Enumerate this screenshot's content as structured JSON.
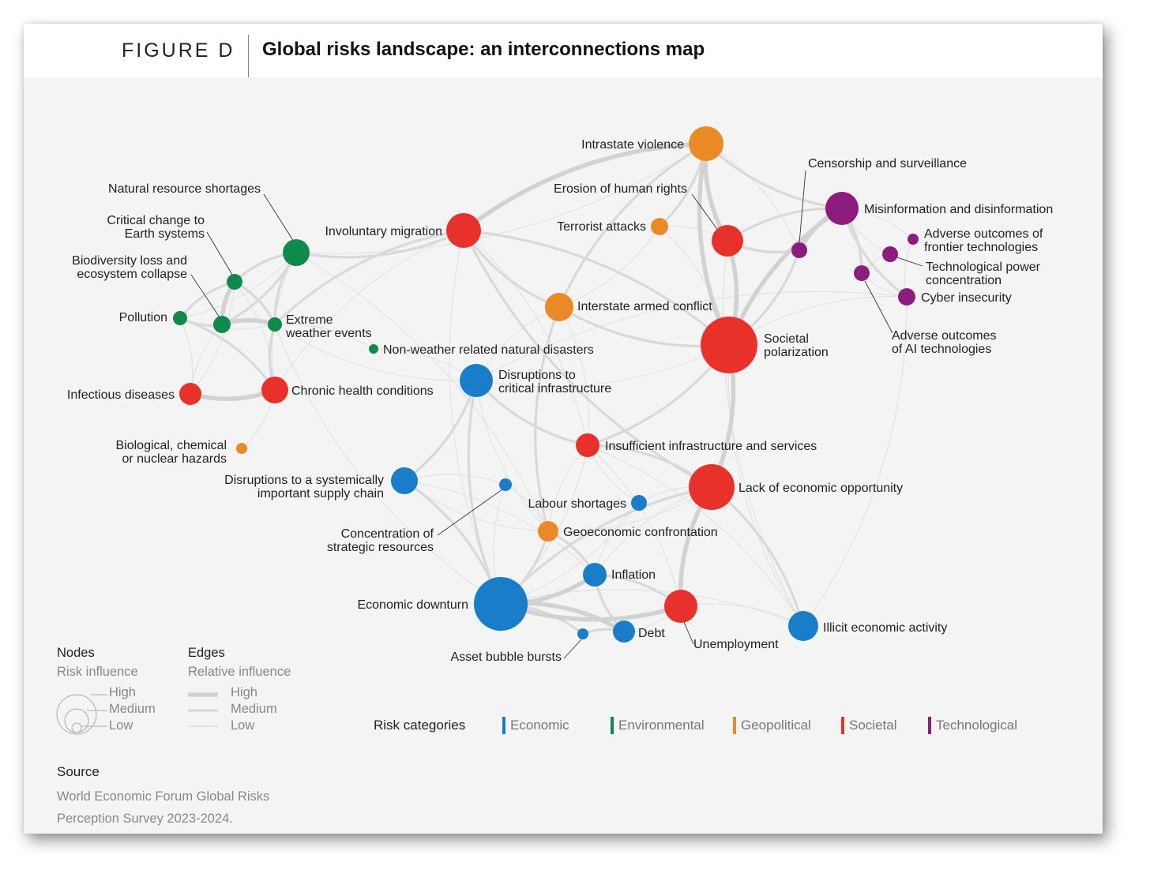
{
  "header": {
    "figure_label": "FIGURE D",
    "title": "Global risks landscape: an interconnections map"
  },
  "colors": {
    "Economic": "#1a7dc9",
    "Environmental": "#0e8a4a",
    "Geopolitical": "#ea8a26",
    "Societal": "#e8312a",
    "Technological": "#8c1d7c"
  },
  "nodes": [
    {
      "id": "intrastate",
      "label": [
        "Intrastate violence"
      ],
      "category": "Geopolitical",
      "size": "medium"
    },
    {
      "id": "censorship",
      "label": [
        "Censorship and surveillance"
      ],
      "category": "Technological",
      "size": "small"
    },
    {
      "id": "misinformation",
      "label": [
        "Misinformation and disinformation"
      ],
      "category": "Technological",
      "size": "medium"
    },
    {
      "id": "erosion",
      "label": [
        "Erosion of human rights"
      ],
      "category": "Societal",
      "size": "medium"
    },
    {
      "id": "terrorist",
      "label": [
        "Terrorist attacks"
      ],
      "category": "Geopolitical",
      "size": "small"
    },
    {
      "id": "frontier",
      "label": [
        "Adverse outcomes of",
        "frontier technologies"
      ],
      "category": "Technological",
      "size": "tiny"
    },
    {
      "id": "techpower",
      "label": [
        "Technological power",
        "concentration"
      ],
      "category": "Technological",
      "size": "small"
    },
    {
      "id": "ai",
      "label": [
        "Adverse outcomes",
        "of AI technologies"
      ],
      "category": "Technological",
      "size": "small"
    },
    {
      "id": "cyber",
      "label": [
        "Cyber insecurity"
      ],
      "category": "Technological",
      "size": "small"
    },
    {
      "id": "polarization",
      "label": [
        "Societal",
        "polarization"
      ],
      "category": "Societal",
      "size": "high"
    },
    {
      "id": "natres",
      "label": [
        "Natural resource shortages"
      ],
      "category": "Environmental",
      "size": "medium"
    },
    {
      "id": "critical",
      "label": [
        "Critical change to",
        "Earth systems"
      ],
      "category": "Environmental",
      "size": "small"
    },
    {
      "id": "biodiversity",
      "label": [
        "Biodiversity loss and",
        "ecosystem collapse"
      ],
      "category": "Environmental",
      "size": "small"
    },
    {
      "id": "pollution",
      "label": [
        "Pollution"
      ],
      "category": "Environmental",
      "size": "small"
    },
    {
      "id": "extreme",
      "label": [
        "Extreme",
        "weather events"
      ],
      "category": "Environmental",
      "size": "small"
    },
    {
      "id": "nonweather",
      "label": [
        "Non-weather related natural disasters"
      ],
      "category": "Environmental",
      "size": "tiny"
    },
    {
      "id": "migration",
      "label": [
        "Involuntary migration"
      ],
      "category": "Societal",
      "size": "medium"
    },
    {
      "id": "interstate",
      "label": [
        "Interstate armed conflict"
      ],
      "category": "Geopolitical",
      "size": "medium"
    },
    {
      "id": "infectious",
      "label": [
        "Infectious diseases"
      ],
      "category": "Societal",
      "size": "small"
    },
    {
      "id": "chronic",
      "label": [
        "Chronic health conditions"
      ],
      "category": "Societal",
      "size": "medium"
    },
    {
      "id": "disinfra",
      "label": [
        "Disruptions to",
        "critical infrastructure"
      ],
      "category": "Economic",
      "size": "medium"
    },
    {
      "id": "biohazard",
      "label": [
        "Biological, chemical",
        "or nuclear hazards"
      ],
      "category": "Geopolitical",
      "size": "tiny"
    },
    {
      "id": "insufficient",
      "label": [
        "Insufficient infrastructure and services"
      ],
      "category": "Societal",
      "size": "small"
    },
    {
      "id": "supplychain",
      "label": [
        "Disruptions to a systemically",
        "important supply chain"
      ],
      "category": "Economic",
      "size": "medium"
    },
    {
      "id": "lackecon",
      "label": [
        "Lack of economic opportunity"
      ],
      "category": "Societal",
      "size": "high"
    },
    {
      "id": "concentration",
      "label": [
        "Concentration of",
        "strategic resources"
      ],
      "category": "Economic",
      "size": "tiny"
    },
    {
      "id": "labour",
      "label": [
        "Labour shortages"
      ],
      "category": "Economic",
      "size": "small"
    },
    {
      "id": "geoecon",
      "label": [
        "Geoeconomic confrontation"
      ],
      "category": "Geopolitical",
      "size": "small"
    },
    {
      "id": "inflation",
      "label": [
        "Inflation"
      ],
      "category": "Economic",
      "size": "small"
    },
    {
      "id": "downturn",
      "label": [
        "Economic downturn"
      ],
      "category": "Economic",
      "size": "high"
    },
    {
      "id": "unemployment",
      "label": [
        "Unemployment"
      ],
      "category": "Societal",
      "size": "medium"
    },
    {
      "id": "illicit",
      "label": [
        "Illicit economic activity"
      ],
      "category": "Economic",
      "size": "medium"
    },
    {
      "id": "debt",
      "label": [
        "Debt"
      ],
      "category": "Economic",
      "size": "small"
    },
    {
      "id": "bubble",
      "label": [
        "Asset bubble bursts"
      ],
      "category": "Economic",
      "size": "tiny"
    }
  ],
  "edges": [
    [
      "downturn",
      "inflation",
      "high"
    ],
    [
      "downturn",
      "debt",
      "high"
    ],
    [
      "downturn",
      "unemployment",
      "high"
    ],
    [
      "downturn",
      "bubble",
      "medium"
    ],
    [
      "downturn",
      "supplychain",
      "medium"
    ],
    [
      "downturn",
      "lackecon",
      "medium"
    ],
    [
      "downturn",
      "geoecon",
      "medium"
    ],
    [
      "downturn",
      "disinfra",
      "medium"
    ],
    [
      "downturn",
      "illicit",
      "low"
    ],
    [
      "downturn",
      "labour",
      "low"
    ],
    [
      "downturn",
      "concentration",
      "low"
    ],
    [
      "downturn",
      "insufficient",
      "low"
    ],
    [
      "inflation",
      "debt",
      "medium"
    ],
    [
      "inflation",
      "unemployment",
      "medium"
    ],
    [
      "inflation",
      "lackecon",
      "low"
    ],
    [
      "debt",
      "bubble",
      "medium"
    ],
    [
      "debt",
      "unemployment",
      "low"
    ],
    [
      "unemployment",
      "lackecon",
      "high"
    ],
    [
      "unemployment",
      "illicit",
      "low"
    ],
    [
      "lackecon",
      "polarization",
      "high"
    ],
    [
      "lackecon",
      "migration",
      "medium"
    ],
    [
      "lackecon",
      "insufficient",
      "medium"
    ],
    [
      "lackecon",
      "illicit",
      "medium"
    ],
    [
      "lackecon",
      "labour",
      "low"
    ],
    [
      "lackecon",
      "geoecon",
      "low"
    ],
    [
      "polarization",
      "misinformation",
      "high"
    ],
    [
      "polarization",
      "erosion",
      "high"
    ],
    [
      "polarization",
      "intrastate",
      "high"
    ],
    [
      "polarization",
      "censorship",
      "medium"
    ],
    [
      "polarization",
      "interstate",
      "medium"
    ],
    [
      "polarization",
      "migration",
      "medium"
    ],
    [
      "polarization",
      "terrorist",
      "low"
    ],
    [
      "polarization",
      "insufficient",
      "medium"
    ],
    [
      "polarization",
      "disinfra",
      "low"
    ],
    [
      "polarization",
      "illicit",
      "low"
    ],
    [
      "polarization",
      "cyber",
      "low"
    ],
    [
      "misinformation",
      "censorship",
      "high"
    ],
    [
      "misinformation",
      "erosion",
      "medium"
    ],
    [
      "misinformation",
      "ai",
      "medium"
    ],
    [
      "misinformation",
      "cyber",
      "medium"
    ],
    [
      "misinformation",
      "techpower",
      "low"
    ],
    [
      "misinformation",
      "frontier",
      "low"
    ],
    [
      "misinformation",
      "intrastate",
      "medium"
    ],
    [
      "ai",
      "cyber",
      "low"
    ],
    [
      "ai",
      "techpower",
      "low"
    ],
    [
      "techpower",
      "frontier",
      "low"
    ],
    [
      "cyber",
      "frontier",
      "low"
    ],
    [
      "erosion",
      "intrastate",
      "high"
    ],
    [
      "erosion",
      "censorship",
      "medium"
    ],
    [
      "erosion",
      "terrorist",
      "low"
    ],
    [
      "intrastate",
      "terrorist",
      "medium"
    ],
    [
      "intrastate",
      "migration",
      "high"
    ],
    [
      "intrastate",
      "interstate",
      "medium"
    ],
    [
      "intrastate",
      "censorship",
      "low"
    ],
    [
      "interstate",
      "migration",
      "medium"
    ],
    [
      "interstate",
      "geoecon",
      "medium"
    ],
    [
      "interstate",
      "disinfra",
      "low"
    ],
    [
      "interstate",
      "insufficient",
      "low"
    ],
    [
      "migration",
      "natres",
      "medium"
    ],
    [
      "migration",
      "extreme",
      "medium"
    ],
    [
      "migration",
      "chronic",
      "low"
    ],
    [
      "migration",
      "insufficient",
      "low"
    ],
    [
      "migration",
      "downturn",
      "low"
    ],
    [
      "disinfra",
      "supplychain",
      "medium"
    ],
    [
      "disinfra",
      "insufficient",
      "medium"
    ],
    [
      "disinfra",
      "cyber",
      "low"
    ],
    [
      "disinfra",
      "nonweather",
      "low"
    ],
    [
      "disinfra",
      "extreme",
      "low"
    ],
    [
      "disinfra",
      "geoecon",
      "low"
    ],
    [
      "supplychain",
      "concentration",
      "low"
    ],
    [
      "supplychain",
      "geoecon",
      "low"
    ],
    [
      "supplychain",
      "inflation",
      "low"
    ],
    [
      "geoecon",
      "inflation",
      "medium"
    ],
    [
      "geoecon",
      "concentration",
      "low"
    ],
    [
      "geoecon",
      "insufficient",
      "low"
    ],
    [
      "insufficient",
      "labour",
      "low"
    ],
    [
      "insufficient",
      "unemployment",
      "low"
    ],
    [
      "labour",
      "inflation",
      "low"
    ],
    [
      "chronic",
      "infectious",
      "high"
    ],
    [
      "chronic",
      "pollution",
      "medium"
    ],
    [
      "chronic",
      "extreme",
      "medium"
    ],
    [
      "chronic",
      "biohazard",
      "low"
    ],
    [
      "chronic",
      "critical",
      "low"
    ],
    [
      "chronic",
      "natres",
      "low"
    ],
    [
      "infectious",
      "pollution",
      "low"
    ],
    [
      "infectious",
      "biodiversity",
      "low"
    ],
    [
      "infectious",
      "critical",
      "low"
    ],
    [
      "natres",
      "critical",
      "medium"
    ],
    [
      "natres",
      "biodiversity",
      "medium"
    ],
    [
      "natres",
      "extreme",
      "medium"
    ],
    [
      "natres",
      "pollution",
      "low"
    ],
    [
      "critical",
      "biodiversity",
      "high"
    ],
    [
      "critical",
      "extreme",
      "medium"
    ],
    [
      "critical",
      "pollution",
      "medium"
    ],
    [
      "biodiversity",
      "pollution",
      "medium"
    ],
    [
      "biodiversity",
      "extreme",
      "high"
    ],
    [
      "pollution",
      "extreme",
      "low"
    ],
    [
      "extreme",
      "nonweather",
      "low"
    ],
    [
      "extreme",
      "downturn",
      "low"
    ],
    [
      "natres",
      "geoecon",
      "low"
    ],
    [
      "illicit",
      "cyber",
      "low"
    ],
    [
      "illicit",
      "erosion",
      "low"
    ],
    [
      "natres",
      "intrastate",
      "low"
    ],
    [
      "terrorist",
      "interstate",
      "low"
    ],
    [
      "illicit",
      "insufficient",
      "low"
    ]
  ],
  "legend": {
    "nodes_title": "Nodes",
    "nodes_sub": "Risk influence",
    "edges_title": "Edges",
    "edges_sub": "Relative influence",
    "levels": [
      "High",
      "Medium",
      "Low"
    ],
    "categories_title": "Risk categories",
    "categories": [
      "Economic",
      "Environmental",
      "Geopolitical",
      "Societal",
      "Technological"
    ]
  },
  "source": {
    "title": "Source",
    "text": "World Economic Forum Global Risks Perception Survey 2023-2024."
  }
}
